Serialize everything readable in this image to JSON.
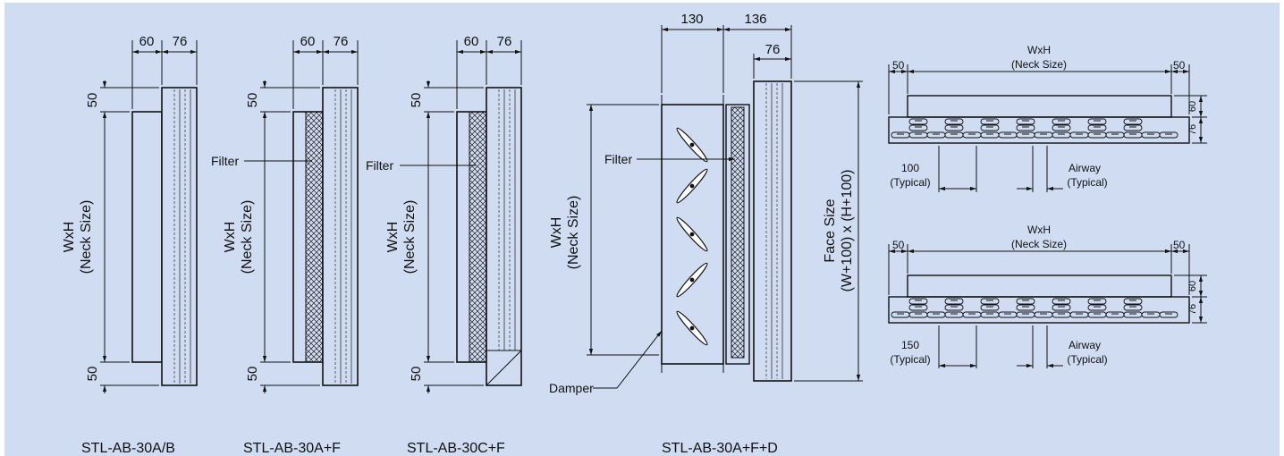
{
  "background_color": "#cfdcf2",
  "line_color": "#111111",
  "units": {
    "sec_a": {
      "d60": "60",
      "d76": "76",
      "d50_top": "50",
      "d50_bot": "50",
      "size_line1": "WxH",
      "size_line2": "(Neck Size)",
      "caption": "STL-AB-30A/B"
    },
    "sec_b": {
      "d60": "60",
      "d76": "76",
      "d50_top": "50",
      "d50_bot": "50",
      "filter": "Filter",
      "size_line1": "WxH",
      "size_line2": "(Neck Size)",
      "caption": "STL-AB-30A+F"
    },
    "sec_c": {
      "d60": "60",
      "d76": "76",
      "d50_top": "50",
      "d50_bot": "50",
      "filter": "Filter",
      "size_line1": "WxH",
      "size_line2": "(Neck Size)",
      "caption": "STL-AB-30C+F"
    },
    "sec_d": {
      "d130": "130",
      "d136": "136",
      "d76": "76",
      "filter": "Filter",
      "damper": "Damper",
      "size_line1": "WxH",
      "size_line2": "(Neck Size)",
      "face_line1": "Face Size",
      "face_line2": "(W+100) x (H+100)",
      "caption": "STL-AB-30A+F+D"
    }
  },
  "plans": [
    {
      "title_line1": "WxH",
      "title_line2": "(Neck Size)",
      "d50_left": "50",
      "d50_right": "50",
      "d60": "60",
      "d76": "76",
      "pitch_value": "100",
      "pitch_note": "(Typical)",
      "airway": "Airway",
      "airway_note": "(Typical)"
    },
    {
      "title_line1": "WxH",
      "title_line2": "(Neck Size)",
      "d50_left": "50",
      "d50_right": "50",
      "d60": "60",
      "d76": "76",
      "pitch_value": "150",
      "pitch_note": "(Typical)",
      "airway": "Airway",
      "airway_note": "(Typical)"
    }
  ]
}
